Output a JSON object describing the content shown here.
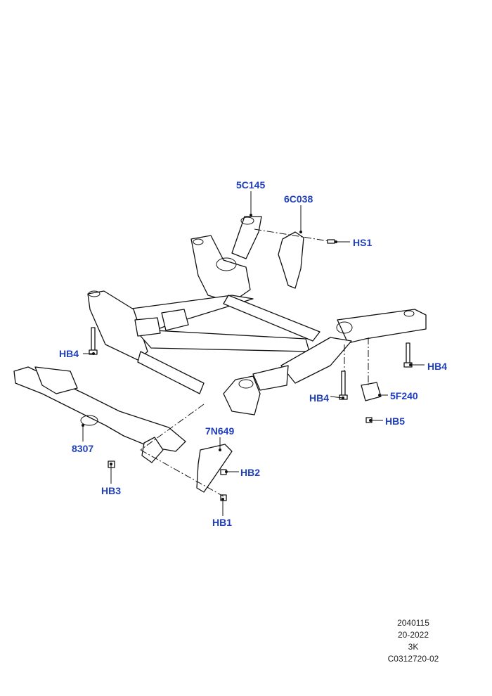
{
  "callouts": {
    "c5C145": "5C145",
    "c6C038": "6C038",
    "cHS1": "HS1",
    "cHB4_left": "HB4",
    "cHB4_right": "HB4",
    "cHB4_mid": "HB4",
    "c5F240": "5F240",
    "cHB5": "HB5",
    "c8307": "8307",
    "c7N649": "7N649",
    "cHB2": "HB2",
    "cHB3": "HB3",
    "cHB1": "HB1"
  },
  "footer": {
    "line1": "2040115",
    "line2": "20-2022",
    "line3": "3K",
    "line4": "C0312720-02"
  },
  "colors": {
    "callout": "#1f3fbf",
    "line": "#111111"
  }
}
